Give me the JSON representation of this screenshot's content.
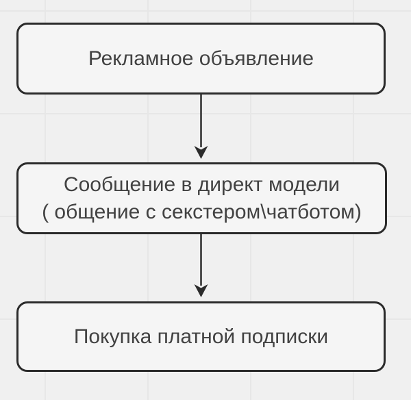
{
  "canvas": {
    "background_color": "#f0f0f0",
    "grid_line_color": "#e7e7e7",
    "node_fill_color": "#f5f5f5",
    "node_border_color": "#2b2b2b",
    "text_color": "#424242",
    "arrow_color": "#2b2b2b"
  },
  "flowchart": {
    "type": "flowchart",
    "direction": "top-down",
    "nodes": [
      {
        "id": "node-1",
        "lines": [
          "Рекламное объявление"
        ]
      },
      {
        "id": "node-2",
        "lines": [
          "Сообщение в директ модели",
          "( общение с секстером\\чатботом)"
        ]
      },
      {
        "id": "node-3",
        "lines": [
          "Покупка платной подписки"
        ]
      }
    ],
    "edges": [
      {
        "from": "node-1",
        "to": "node-2",
        "style": "arrow-down"
      },
      {
        "from": "node-2",
        "to": "node-3",
        "style": "arrow-down"
      }
    ]
  }
}
